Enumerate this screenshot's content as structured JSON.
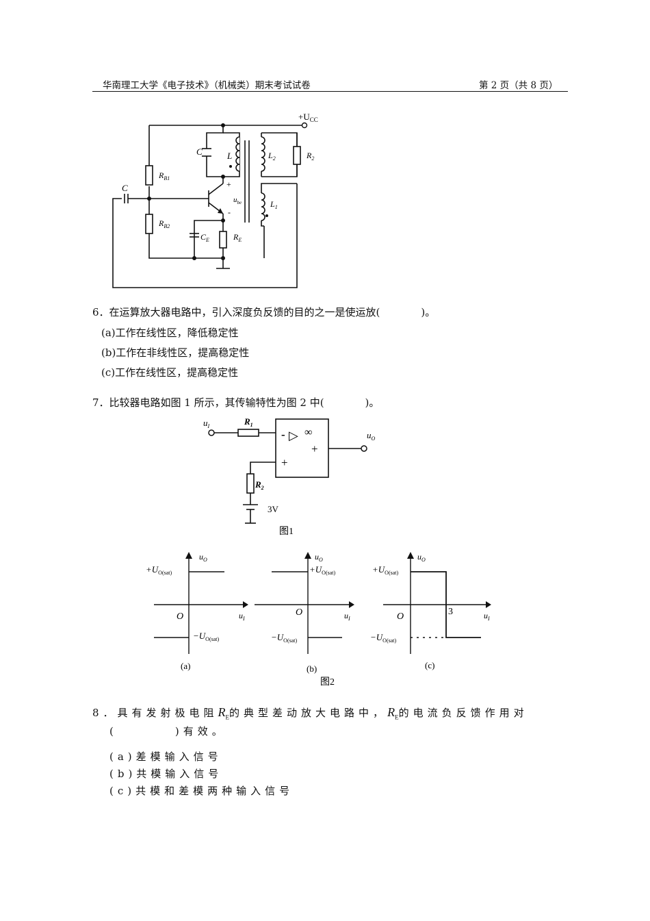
{
  "header": {
    "left": "华南理工大学《电子技术》（机械类）期末考试试卷",
    "right": "第 2 页（共 8 页）"
  },
  "circuit1": {
    "ucc": "+U",
    "ucc_sub": "CC",
    "c_top": "C",
    "l": "L",
    "l2": "L",
    "l2_sub": "2",
    "r2": "R",
    "r2_sub": "2",
    "rb1": "R",
    "rb1_sub": "B1",
    "c_left": "C",
    "plus": "+",
    "minus": "-",
    "ube": "u",
    "ube_sub": "be",
    "l1": "L",
    "l1_sub": "1",
    "rb2": "R",
    "rb2_sub": "B2",
    "ce": "C",
    "ce_sub": "E",
    "re": "R",
    "re_sub": "E"
  },
  "q6": {
    "stem": "6．在运算放大器电路中，引入深度负反馈的目的之一是使运放(　　　　)。",
    "options": [
      "(a)工作在线性区，降低稳定性",
      "(b)工作在非线性区，提高稳定性",
      "(c)工作在线性区，提高稳定性"
    ]
  },
  "q7": {
    "stem": "7．比较器电路如图 1 所示，其传输特性为图 2 中(　　　　)。",
    "fig1": {
      "ui": "u",
      "ui_sub": "I",
      "r1": "R",
      "r1_sub": "1",
      "r2": "R",
      "r2_sub": "2",
      "minus": "-",
      "tri": "▷",
      "inf": "∞",
      "plus_out": "+",
      "plus_in": "+",
      "uo": "u",
      "uo_sub": "O",
      "battery": "3V",
      "caption": "图1"
    },
    "fig2": {
      "uo": "u",
      "uo_sub": "O",
      "ui": "u",
      "ui_sub": "I",
      "origin": "O",
      "pos_sat": "+U",
      "neg_sat": "−U",
      "sat_sub": "O(sat)",
      "three": "3",
      "label_a": "(a)",
      "label_b": "(b)",
      "label_c": "(c)",
      "caption": "图2"
    }
  },
  "q8": {
    "stem_a": "8．具有发射极电阻",
    "re": "R",
    "re_sub": "E",
    "stem_b": "的典型差动放大电路中，",
    "stem_c": "的电流负反馈作用对",
    "stem_line2": "(　　　　)有效。",
    "options": [
      "(a)差模输入信号",
      "(b)共模输入信号",
      "(c)共模和差模两种输入信号"
    ]
  }
}
